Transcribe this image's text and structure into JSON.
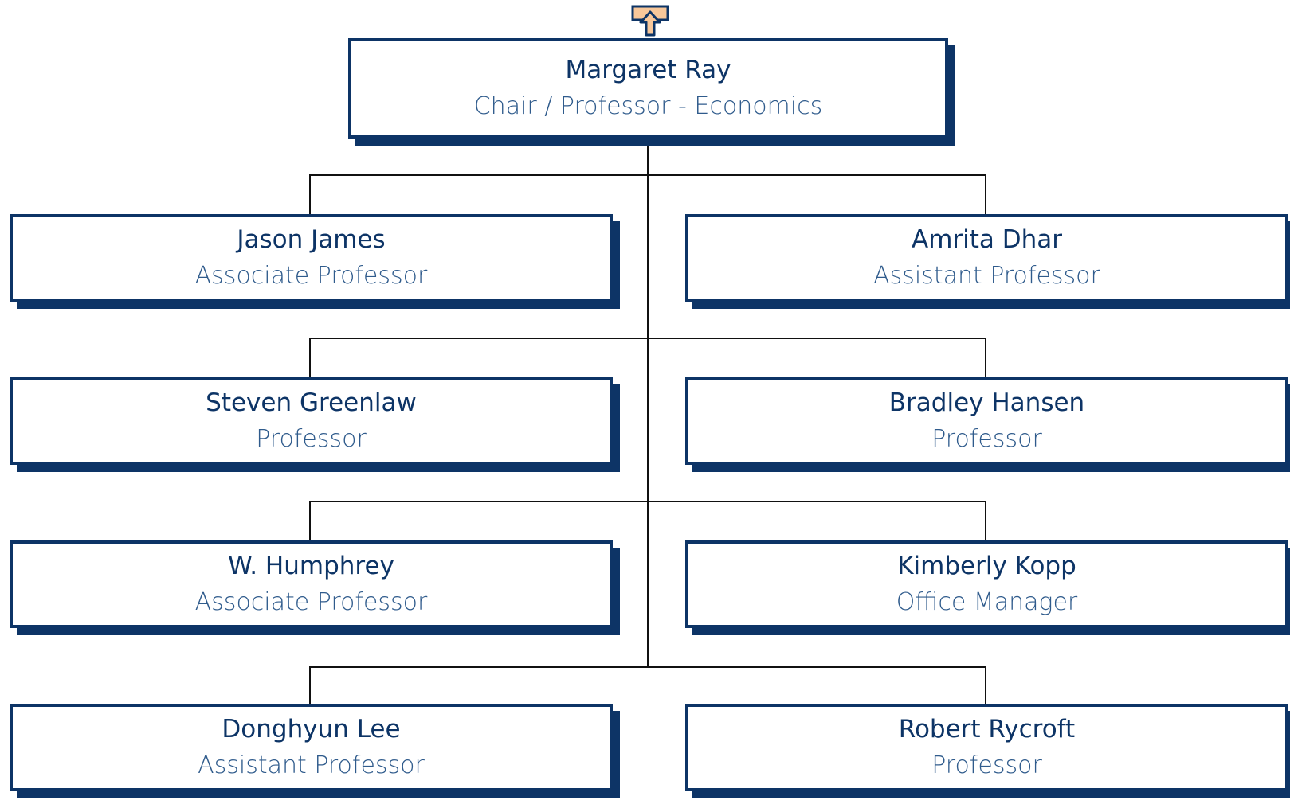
{
  "colors": {
    "card_border": "#0d3466",
    "name_text": "#0d3466",
    "title_text": "#2f5b8c",
    "connector": "#111111",
    "arrow_fill": "#f7c79a"
  },
  "navigation": {
    "up_arrow_icon": "up-arrow-icon"
  },
  "root": {
    "name": "Margaret Ray",
    "title": "Chair / Professor - Economics"
  },
  "reports": [
    {
      "name": "Jason James",
      "title": "Associate Professor"
    },
    {
      "name": "Amrita Dhar",
      "title": "Assistant Professor"
    },
    {
      "name": "Steven Greenlaw",
      "title": "Professor"
    },
    {
      "name": "Bradley Hansen",
      "title": "Professor"
    },
    {
      "name": "W. Humphrey",
      "title": "Associate Professor"
    },
    {
      "name": "Kimberly Kopp",
      "title": "Office Manager"
    },
    {
      "name": "Donghyun Lee",
      "title": "Assistant Professor"
    },
    {
      "name": "Robert Rycroft",
      "title": "Professor"
    }
  ]
}
